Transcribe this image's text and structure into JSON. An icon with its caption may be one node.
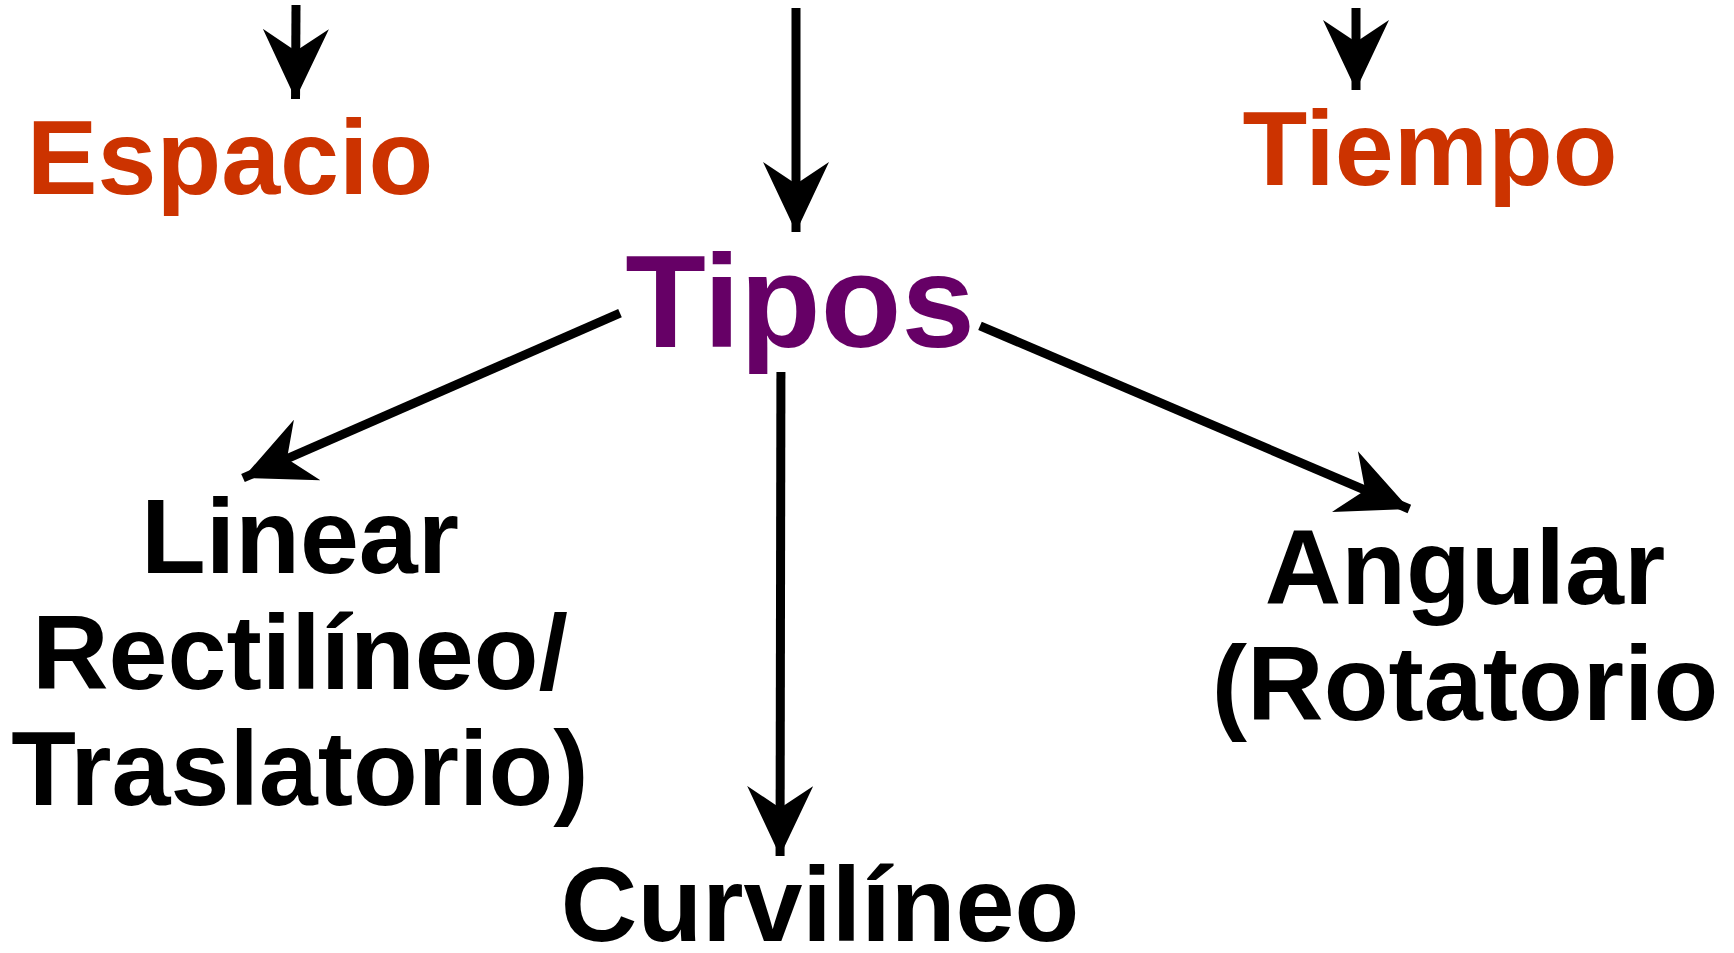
{
  "diagram": {
    "nodes": [
      {
        "text": [
          "Espacio"
        ]
      },
      {
        "text": [
          "Tiempo"
        ]
      },
      {
        "text": [
          "Tipos"
        ]
      },
      {
        "text": [
          "Linear",
          "Rectilíneo/ Traslatorio)"
        ]
      },
      {
        "text": [
          "Curvilíneo"
        ]
      },
      {
        "text": [
          "Angular",
          "(Rotatorio"
        ]
      }
    ],
    "edges": [
      {
        "from": null,
        "to": 0,
        "arrow": "to"
      },
      {
        "from": null,
        "to": 2,
        "arrow": "to"
      },
      {
        "from": null,
        "to": 1,
        "arrow": "to"
      },
      {
        "from": 2,
        "to": 3,
        "arrow": "to"
      },
      {
        "from": 2,
        "to": 4,
        "arrow": "to"
      },
      {
        "from": 2,
        "to": 5,
        "arrow": "to"
      }
    ]
  }
}
